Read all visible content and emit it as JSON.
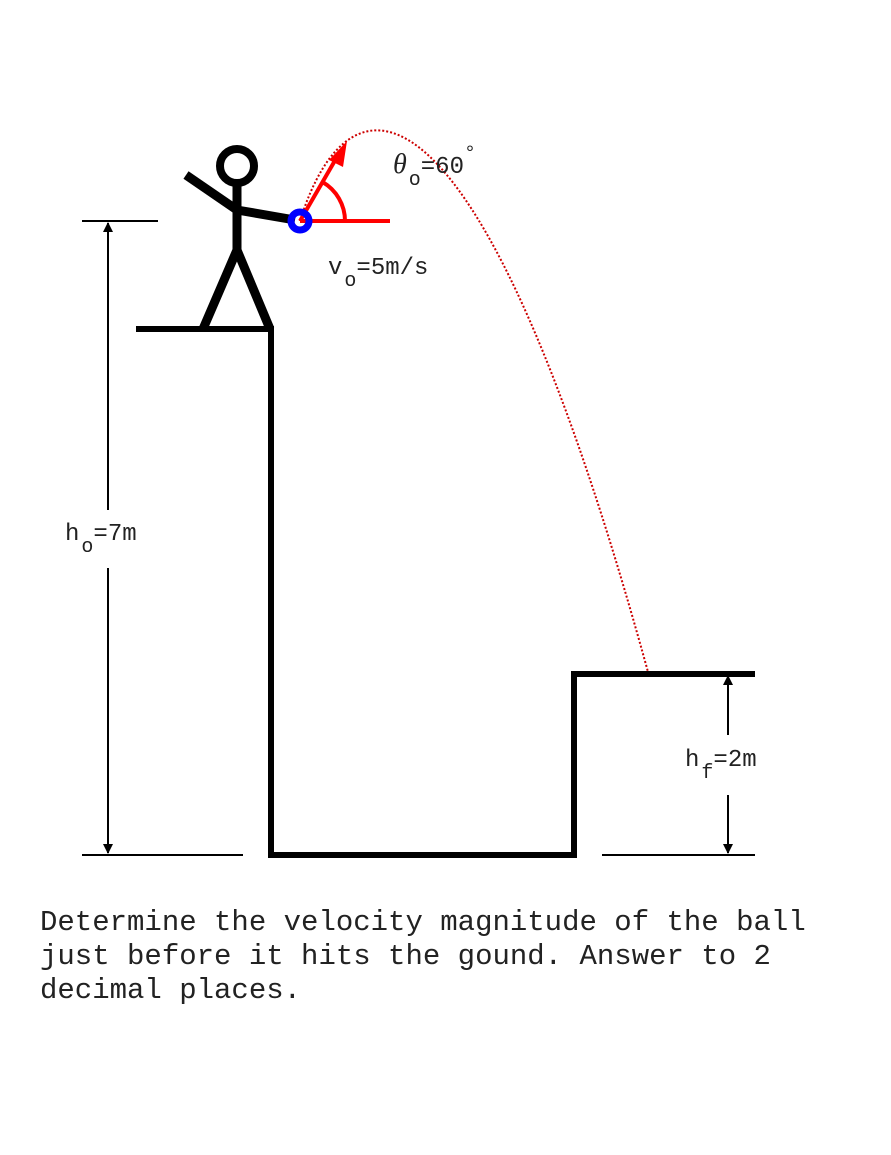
{
  "diagram": {
    "angle_symbol": "θ",
    "angle_subscript": "o",
    "angle_value": "=60",
    "degree_symbol": "°",
    "velocity_symbol": "v",
    "velocity_subscript": "o",
    "velocity_value": "=5m/s",
    "initial_height_symbol": "h",
    "initial_height_subscript": "o",
    "initial_height_value": "=7m",
    "final_height_symbol": "h",
    "final_height_subscript": "f",
    "final_height_value": "=2m",
    "colors": {
      "ball": "#0000ff",
      "velocity_vector": "#ff0000",
      "trajectory": "#cc0000",
      "structure": "#000000"
    }
  },
  "question": "Determine the velocity magnitude of the ball just before it hits the gound. Answer to 2 decimal places."
}
